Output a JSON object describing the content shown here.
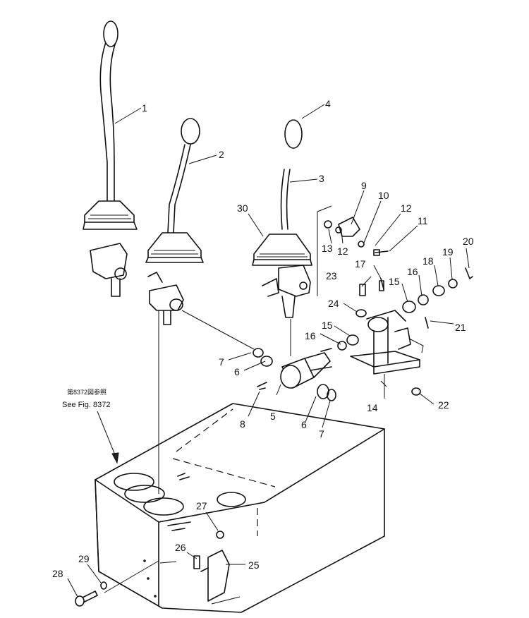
{
  "diagram": {
    "callouts": [
      {
        "id": "1",
        "label": "1"
      },
      {
        "id": "2",
        "label": "2"
      },
      {
        "id": "3",
        "label": "3"
      },
      {
        "id": "4",
        "label": "4"
      },
      {
        "id": "5",
        "label": "5"
      },
      {
        "id": "6a",
        "label": "6"
      },
      {
        "id": "6b",
        "label": "6"
      },
      {
        "id": "7a",
        "label": "7"
      },
      {
        "id": "7b",
        "label": "7"
      },
      {
        "id": "8",
        "label": "8"
      },
      {
        "id": "9",
        "label": "9"
      },
      {
        "id": "10",
        "label": "10"
      },
      {
        "id": "11",
        "label": "11"
      },
      {
        "id": "12a",
        "label": "12"
      },
      {
        "id": "12b",
        "label": "12"
      },
      {
        "id": "13",
        "label": "13"
      },
      {
        "id": "14",
        "label": "14"
      },
      {
        "id": "15a",
        "label": "15"
      },
      {
        "id": "15b",
        "label": "15"
      },
      {
        "id": "16a",
        "label": "16"
      },
      {
        "id": "16b",
        "label": "16"
      },
      {
        "id": "17",
        "label": "17"
      },
      {
        "id": "18",
        "label": "18"
      },
      {
        "id": "19",
        "label": "19"
      },
      {
        "id": "20",
        "label": "20"
      },
      {
        "id": "21",
        "label": "21"
      },
      {
        "id": "22",
        "label": "22"
      },
      {
        "id": "23",
        "label": "23"
      },
      {
        "id": "24",
        "label": "24"
      },
      {
        "id": "25",
        "label": "25"
      },
      {
        "id": "26",
        "label": "26"
      },
      {
        "id": "27",
        "label": "27"
      },
      {
        "id": "28",
        "label": "28"
      },
      {
        "id": "29",
        "label": "29"
      },
      {
        "id": "30",
        "label": "30"
      }
    ],
    "reference_note": {
      "line1": "第8372図参照",
      "line2": "See Fig. 8372"
    }
  }
}
